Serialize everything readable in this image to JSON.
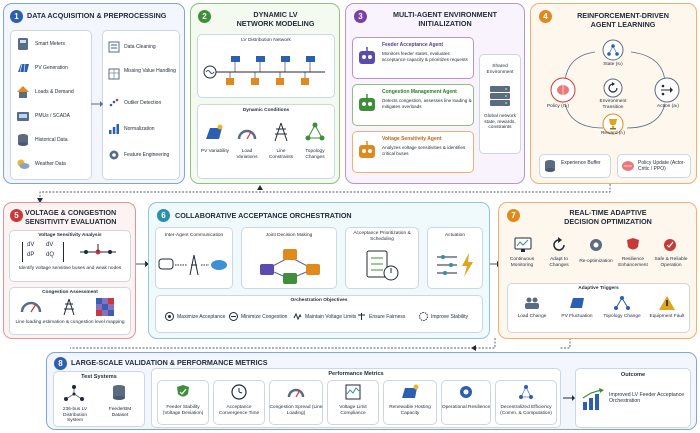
{
  "panel1": {
    "num": "1",
    "title": "DATA ACQUISITION & PREPROCESSING",
    "sources": [
      "Smart Meters",
      "PV Generation",
      "Loads & Demand",
      "PMUs / SCADA",
      "Historical Data",
      "Weather Data"
    ],
    "steps": [
      "Data Cleaning",
      "Missing Value Handling",
      "Outlier Detection",
      "Normalization",
      "Feature Engineering"
    ]
  },
  "panel2": {
    "num": "2",
    "title_line1": "DYNAMIC LV",
    "title_line2": "NETWORK MODELING",
    "network_label": "LV Distribution Network",
    "conditions_title": "Dynamic Conditions",
    "conditions": [
      "PV Variability",
      "Load Variations",
      "Line Constraints",
      "Topology Changes"
    ]
  },
  "panel3": {
    "num": "3",
    "title_line1": "MULTI-AGENT ENVIRONMENT",
    "title_line2": "INITIALIZATION",
    "agents": [
      {
        "name": "Feeder Acceptance Agent",
        "desc": "Monitors feeder states, evaluates acceptance capacity & prioritizes requests"
      },
      {
        "name": "Congestion Management Agent",
        "desc": "Detects congestion, assesses line loading & mitigates overloads"
      },
      {
        "name": "Voltage Sensitivity Agent",
        "desc": "Analyzes voltage sensitivities & identifies critical buses"
      }
    ],
    "shared_title": "Shared Environment",
    "shared_desc": "Global network state, rewards, constraints"
  },
  "panel4": {
    "num": "4",
    "title_line1": "REINFORCEMENT-DRIVEN",
    "title_line2": "AGENT LEARNING",
    "state": "State (sₜ)",
    "policy": "Policy (πₜ)",
    "action": "Action (aₜ)",
    "transition": "Environment Transition",
    "reward": "Reward (rₜ)",
    "buffer": "Experience Buffer",
    "update": "Policy Update (Actor-Critic / PPO)"
  },
  "panel5": {
    "num": "5",
    "title_line1": "VOLTAGE & CONGESTION",
    "title_line2": "SENSITIVITY EVALUATION",
    "vsa_title": "Voltage Sensitivity Analysis",
    "matrix": [
      "dV",
      "dP",
      "dV",
      "dQ"
    ],
    "vsa_desc": "Identify voltage sensitive buses and weak nodes",
    "ca_title": "Congestion Assessment",
    "ca_desc": "Line loading estimation & congestion level mapping"
  },
  "panel6": {
    "num": "6",
    "title": "COLLABORATIVE ACCEPTANCE ORCHESTRATION",
    "stages": [
      "Inter-Agent Communication",
      "Joint Decision Making",
      "Acceptance Prioritization & Scheduling",
      "Actuation"
    ],
    "objectives_title": "Orchestration Objectives",
    "objectives": [
      "Maximize Acceptance",
      "Minimize Congestion",
      "Maintain Voltage Limits",
      "Ensure Fairness",
      "Improve Stability"
    ]
  },
  "panel7": {
    "num": "7",
    "title_line1": "REAL-TIME ADAPTIVE",
    "title_line2": "DECISION OPTIMIZATION",
    "items": [
      "Continuous Monitoring",
      "Adapt to Changes",
      "Re-optimization",
      "Resilience Enhancement",
      "Safe & Reliable Operation"
    ],
    "triggers_title": "Adaptive Triggers",
    "triggers": [
      "Load Change",
      "PV Fluctuation",
      "Topology Change",
      "Equipment Fault"
    ]
  },
  "panel8": {
    "num": "8",
    "title": "LARGE-SCALE VALIDATION & PERFORMANCE METRICS",
    "test_title": "Test Systems",
    "tests": [
      "236-bus LV Distribution System",
      "FeederBM Dataset"
    ],
    "metrics_title": "Performance Metrics",
    "metrics": [
      "Feeder Stability (Voltage Deviation)",
      "Acceptance Convergence Time",
      "Congestion Spread (Line Loading)",
      "Voltage Limit Compliance",
      "Renewable Hosting Capacity",
      "Operational Resilience",
      "Decentralized Efficiency (Comm. & Computation)"
    ],
    "outcome_title": "Outcome",
    "outcome": "Improved LV Feeder Acceptance Orchestration"
  },
  "colors": {
    "blue": "#2d5fb0",
    "green": "#3f8f3a",
    "purple": "#7b3fa6",
    "orange": "#e08a1e",
    "red": "#c83a3a",
    "teal": "#2a8fa8",
    "orange2": "#e08a1e",
    "navy": "#2d5fb0"
  }
}
